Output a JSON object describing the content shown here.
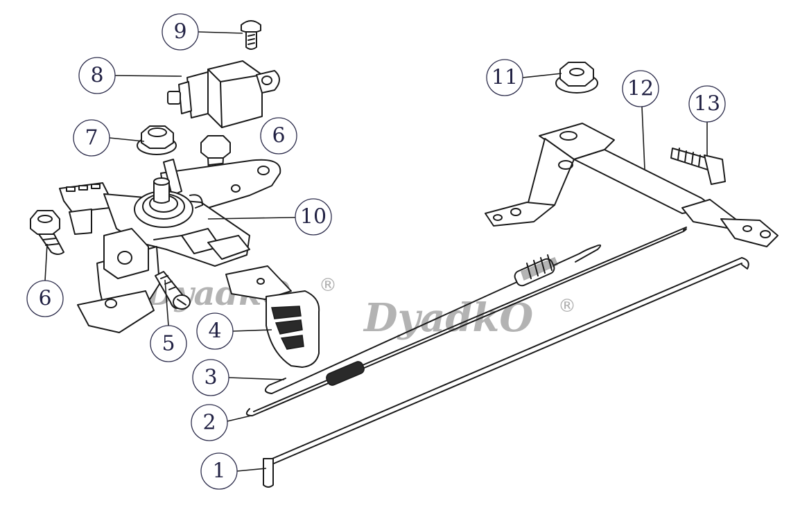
{
  "watermark": {
    "text": "DyadkO",
    "registered": "®"
  },
  "callouts": [
    {
      "id": "1",
      "label": "1"
    },
    {
      "id": "2",
      "label": "2"
    },
    {
      "id": "3",
      "label": "3"
    },
    {
      "id": "4",
      "label": "4"
    },
    {
      "id": "5",
      "label": "5"
    },
    {
      "id": "6a",
      "label": "6"
    },
    {
      "id": "6b",
      "label": "6"
    },
    {
      "id": "7",
      "label": "7"
    },
    {
      "id": "8",
      "label": "8"
    },
    {
      "id": "9",
      "label": "9"
    },
    {
      "id": "10",
      "label": "10"
    },
    {
      "id": "11",
      "label": "11"
    },
    {
      "id": "12",
      "label": "12"
    },
    {
      "id": "13",
      "label": "13"
    }
  ],
  "colors": {
    "ink": "#1a1a1a",
    "callout_text": "#222244",
    "watermark": "#9a9a9a"
  }
}
